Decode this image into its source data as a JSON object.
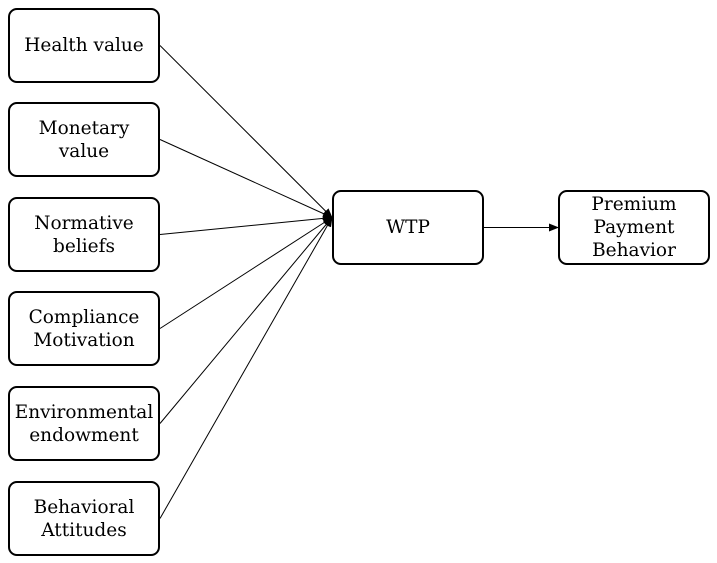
{
  "diagram": {
    "factors": [
      {
        "id": "health",
        "label": "Health value"
      },
      {
        "id": "monetary",
        "label": "Monetary value"
      },
      {
        "id": "normative",
        "label": "Normative beliefs"
      },
      {
        "id": "compliance",
        "label": "Compliance Motivation"
      },
      {
        "id": "environmental",
        "label": "Environmental endowment"
      },
      {
        "id": "attitudes",
        "label": "Behavioral Attitudes"
      }
    ],
    "mediator": {
      "id": "wtp",
      "label": "WTP"
    },
    "outcome": {
      "id": "behavior",
      "label": "Premium Payment Behavior"
    },
    "edges": [
      {
        "from": "health",
        "to": "wtp"
      },
      {
        "from": "monetary",
        "to": "wtp"
      },
      {
        "from": "normative",
        "to": "wtp"
      },
      {
        "from": "compliance",
        "to": "wtp"
      },
      {
        "from": "environmental",
        "to": "wtp"
      },
      {
        "from": "attitudes",
        "to": "wtp"
      },
      {
        "from": "wtp",
        "to": "behavior"
      }
    ],
    "line_color": "#000000",
    "box_border_color": "#000000"
  }
}
